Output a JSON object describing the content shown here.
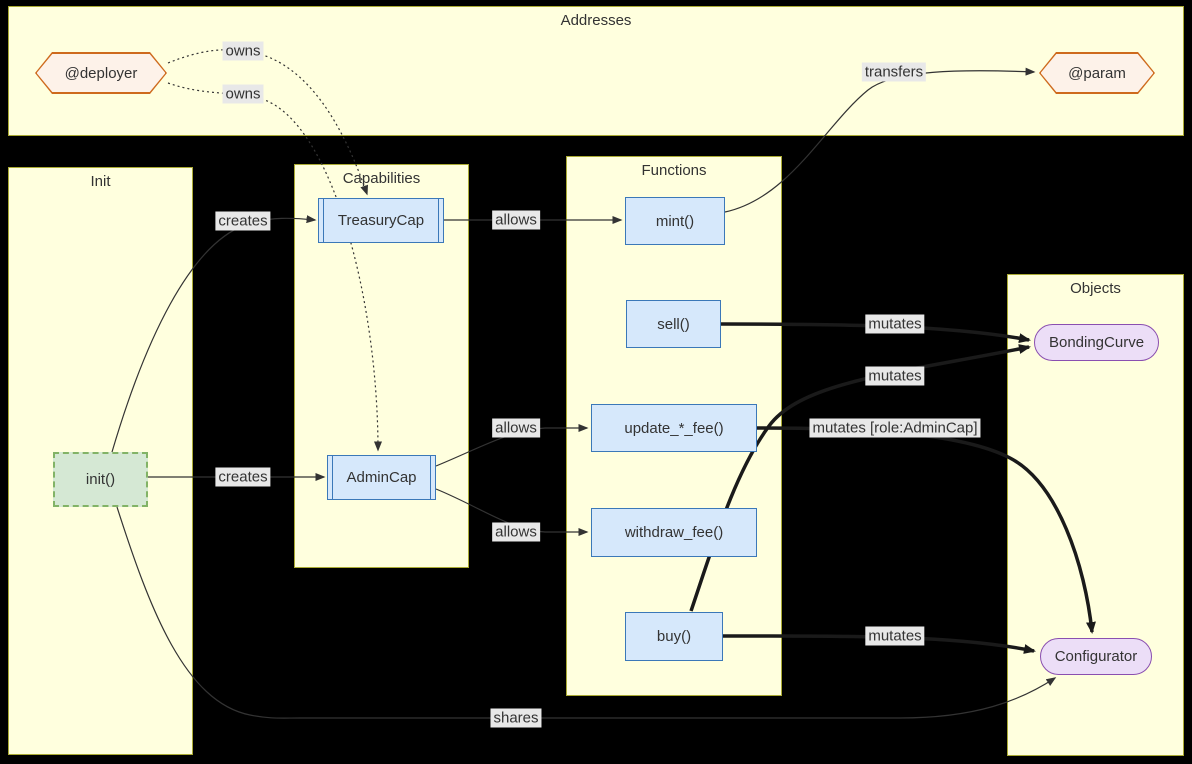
{
  "diagram": {
    "containers": {
      "addresses": {
        "title": "Addresses"
      },
      "init": {
        "title": "Init"
      },
      "capabilities": {
        "title": "Capabilities"
      },
      "functions": {
        "title": "Functions"
      },
      "objects": {
        "title": "Objects"
      }
    },
    "nodes": {
      "deployer": {
        "label": "@deployer"
      },
      "param": {
        "label": "@param"
      },
      "init_fn": {
        "label": "init()"
      },
      "treasury_cap": {
        "label": "TreasuryCap"
      },
      "admin_cap": {
        "label": "AdminCap"
      },
      "mint": {
        "label": "mint()"
      },
      "sell": {
        "label": "sell()"
      },
      "update_fee": {
        "label": "update_*_fee()"
      },
      "withdraw_fee": {
        "label": "withdraw_fee()"
      },
      "buy": {
        "label": "buy()"
      },
      "bonding_curve": {
        "label": "BondingCurve"
      },
      "configurator": {
        "label": "Configurator"
      }
    },
    "edge_labels": {
      "owns_treasury": "owns",
      "owns_admin": "owns",
      "transfers": "transfers",
      "creates_treasury": "creates",
      "creates_admin": "creates",
      "allows_mint": "allows",
      "allows_update": "allows",
      "allows_withdraw": "allows",
      "mutates_sell": "mutates",
      "mutates_buy_curve": "mutates",
      "mutates_update": "mutates [role:AdminCap]",
      "mutates_buy_config": "mutates",
      "shares": "shares"
    },
    "colors": {
      "background": "#000000",
      "container_fill": "#ffffde",
      "container_border": "#aaaa33",
      "function_fill": "#d6e8fb",
      "function_border": "#3b78b8",
      "object_fill": "#ecdef7",
      "object_border": "#8a4fb0",
      "address_fill": "#fdf2e9",
      "address_border": "#ce6a1d",
      "init_fill": "#d5e8d4",
      "init_border": "#82b366",
      "edge_label_bg": "#e8e8e8",
      "edge_color": "#333333"
    }
  }
}
